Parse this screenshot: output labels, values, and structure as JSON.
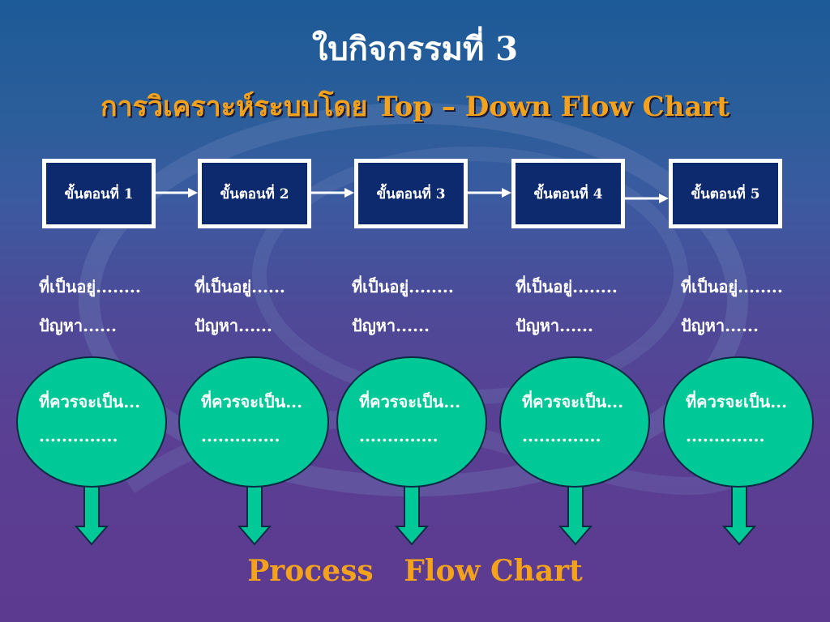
{
  "title": "ใบกิจกรรมที่ 3",
  "subtitle": "การวิเคราะห์ระบบโดย Top – Down Flow Chart",
  "steps": [
    {
      "label": "ขั้นตอนที่  1"
    },
    {
      "label": "ขั้นตอนที่  2"
    },
    {
      "label": "ขั้นตอนที่  3"
    },
    {
      "label": "ขั้นตอนที่  4"
    },
    {
      "label": "ขั้นตอนที่  5"
    }
  ],
  "status": [
    {
      "current": "ที่เป็นอยู่........",
      "problem": "ปัญหา......"
    },
    {
      "current": "ที่เป็นอยู่......",
      "problem": "ปัญหา......"
    },
    {
      "current": "ที่เป็นอยู่........",
      "problem": "ปัญหา......"
    },
    {
      "current": "ที่เป็นอยู่........",
      "problem": "ปัญหา......"
    },
    {
      "current": "ที่เป็นอยู่........",
      "problem": "ปัญหา......"
    }
  ],
  "bubbles": [
    {
      "line1": "ที่ควรจะเป็น...",
      "line2": ".............."
    },
    {
      "line1": "ที่ควรจะเป็น...",
      "line2": ".............."
    },
    {
      "line1": "ที่ควรจะเป็น...",
      "line2": ".............."
    },
    {
      "line1": "ที่ควรจะเป็น...",
      "line2": ".............."
    },
    {
      "line1": "ที่ควรจะเป็น...",
      "line2": ".............."
    }
  ],
  "footer": "Process   Flow Chart",
  "colors": {
    "title": "#ffffff",
    "subtitle": "#f4a21c",
    "step_fill": "#0e2a6e",
    "bubble_fill": "#00c896",
    "down_arrow_fill": "#00c896",
    "footer": "#f4a21c"
  }
}
